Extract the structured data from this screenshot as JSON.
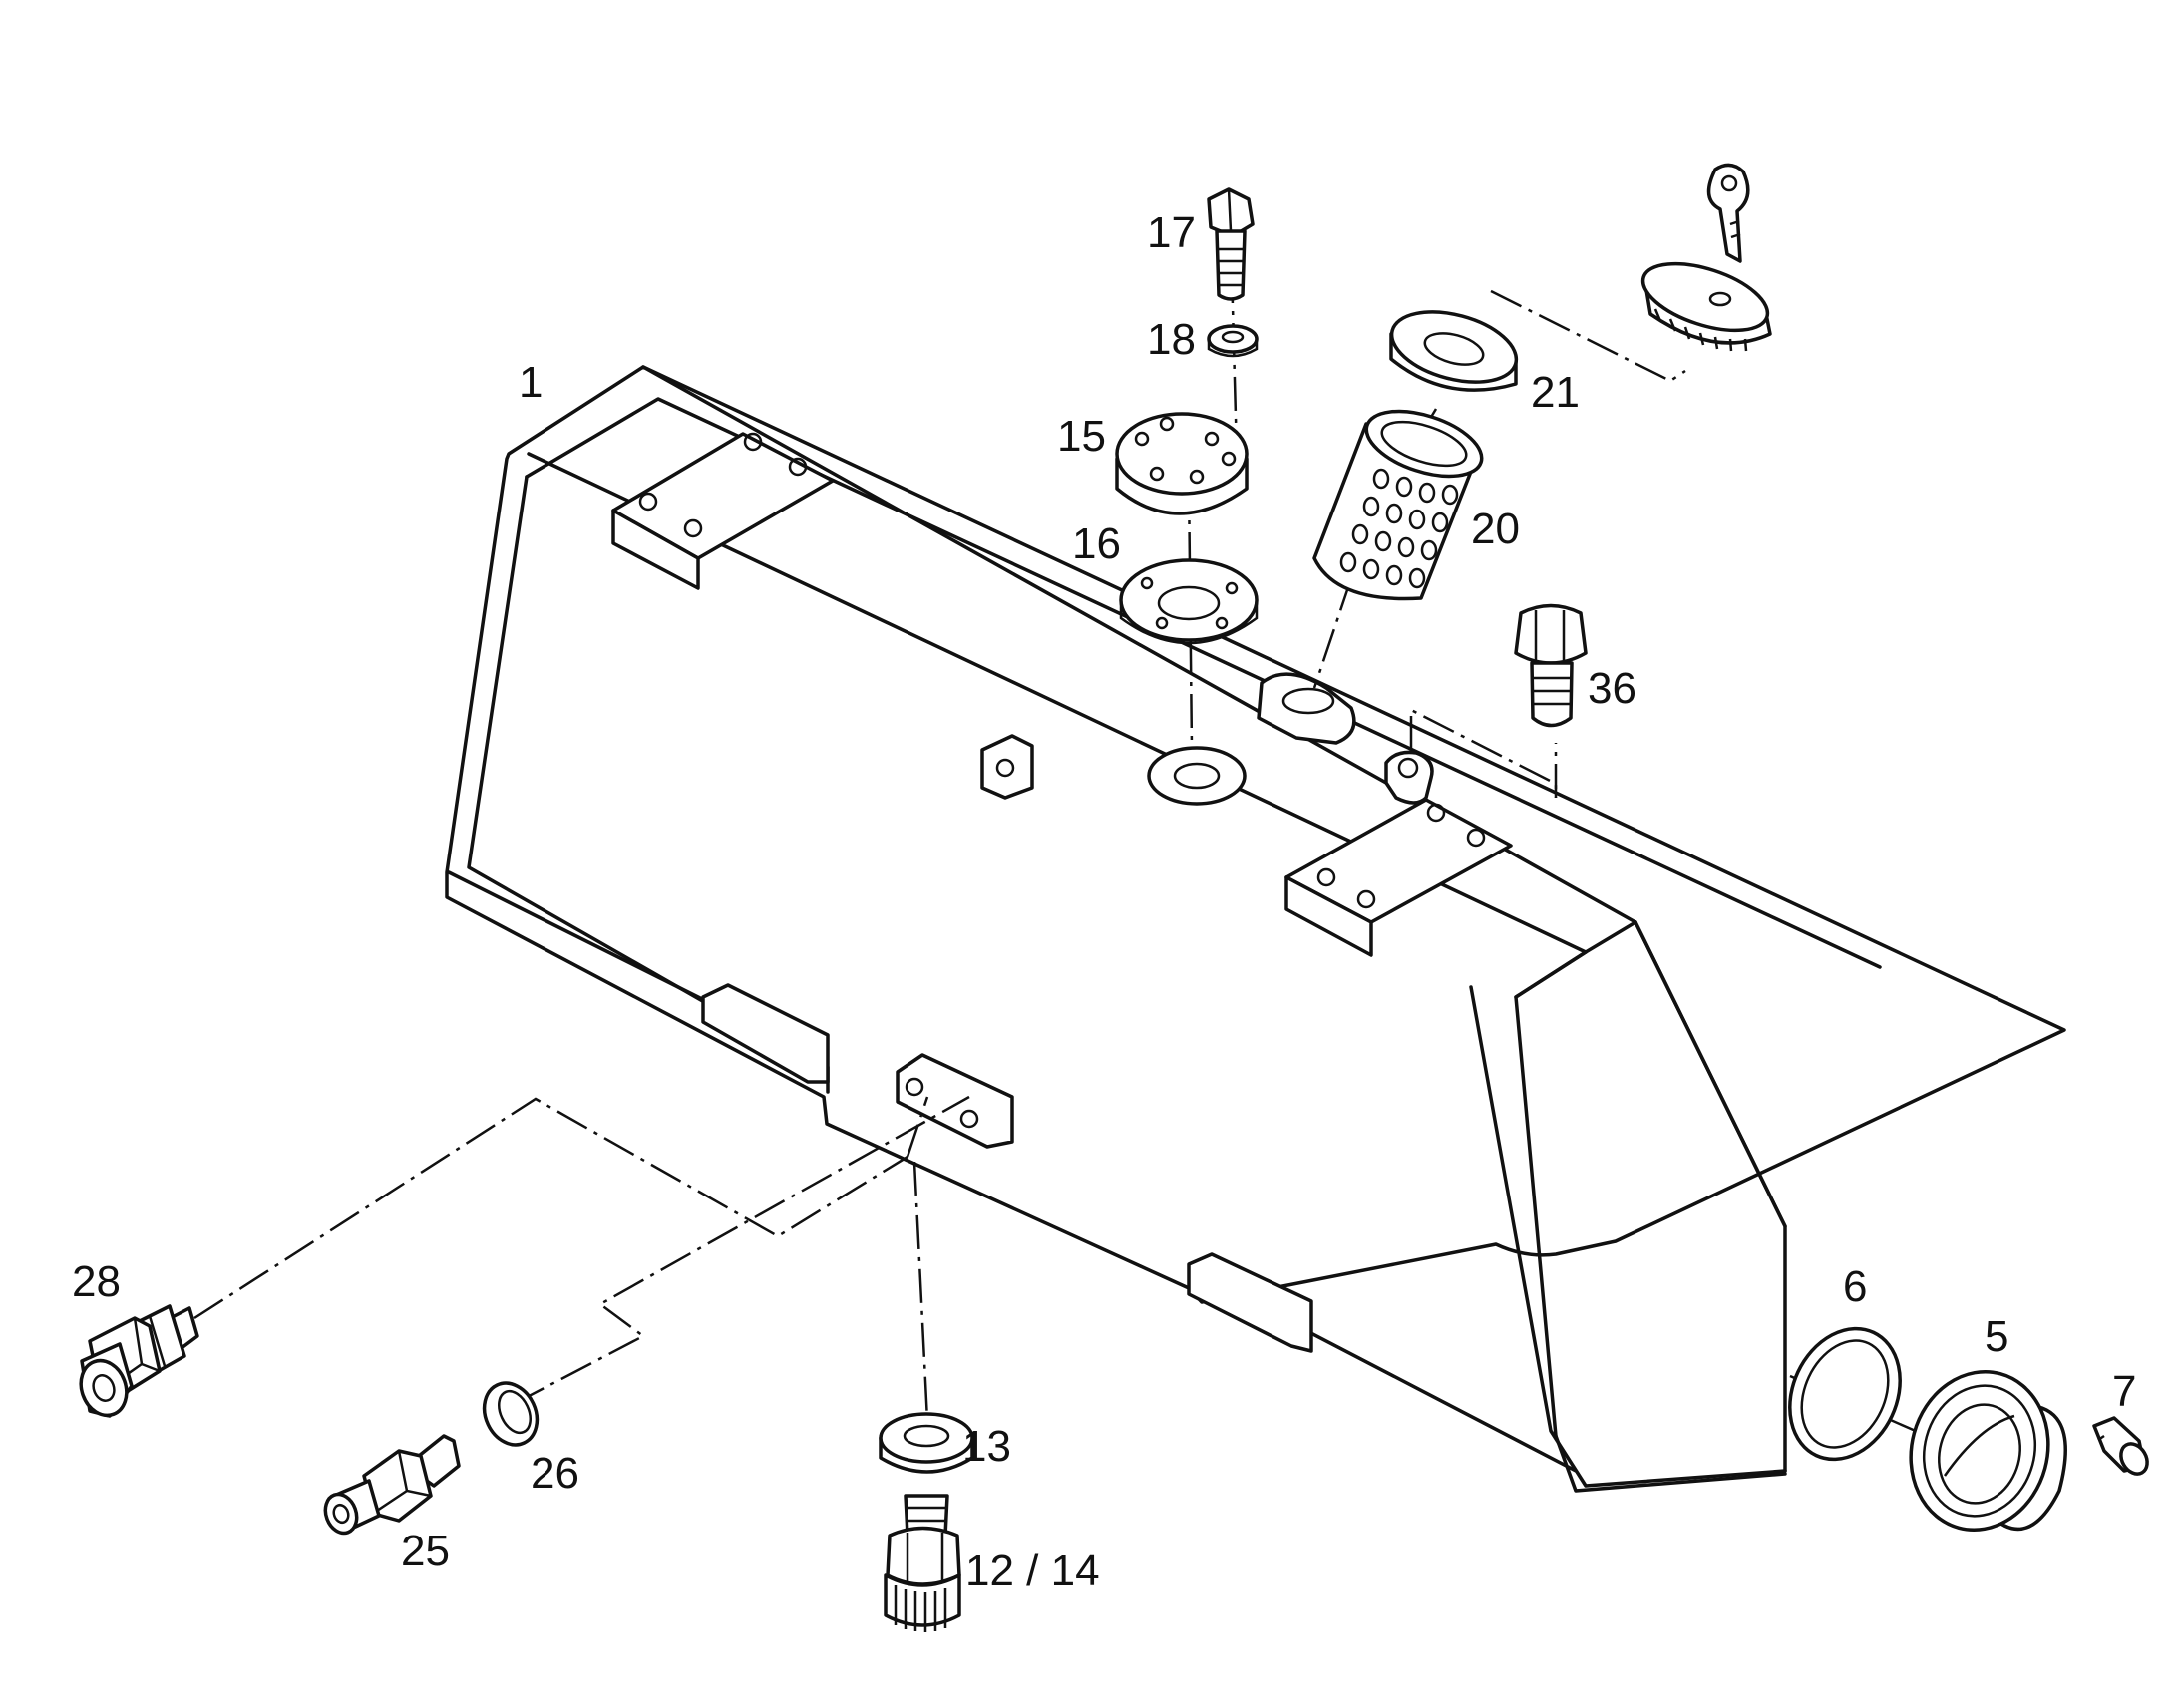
{
  "labels": {
    "p1": "1",
    "p5": "5",
    "p6": "6",
    "p7": "7",
    "p12_14": "12 / 14",
    "p13": "13",
    "p15": "15",
    "p16": "16",
    "p17": "17",
    "p18": "18",
    "p20": "20",
    "p21": "21",
    "p25": "25",
    "p26": "26",
    "p28": "28",
    "p36": "36"
  }
}
